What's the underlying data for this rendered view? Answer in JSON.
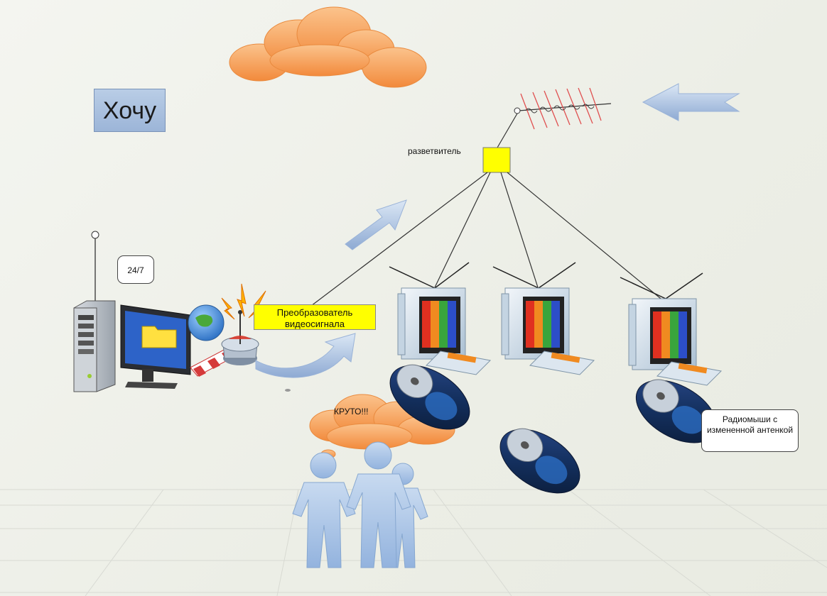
{
  "title_box": {
    "text": "Хочу"
  },
  "splitter": {
    "label": "разветвитель"
  },
  "server": {
    "uptime_badge": "24/7"
  },
  "converter": {
    "label": "Преобразователь видеосигнала"
  },
  "thought": {
    "text": "КРУТО!!!"
  },
  "mice_note": {
    "text": "Радиомыши с измененной антенкой"
  },
  "colors": {
    "cloud": "#f7a25a",
    "splitter_fill": "#ffff00",
    "arrow_blue": "#a9c1e0",
    "people": "#a8c4e6",
    "tv_frame": "#cfdde8"
  }
}
